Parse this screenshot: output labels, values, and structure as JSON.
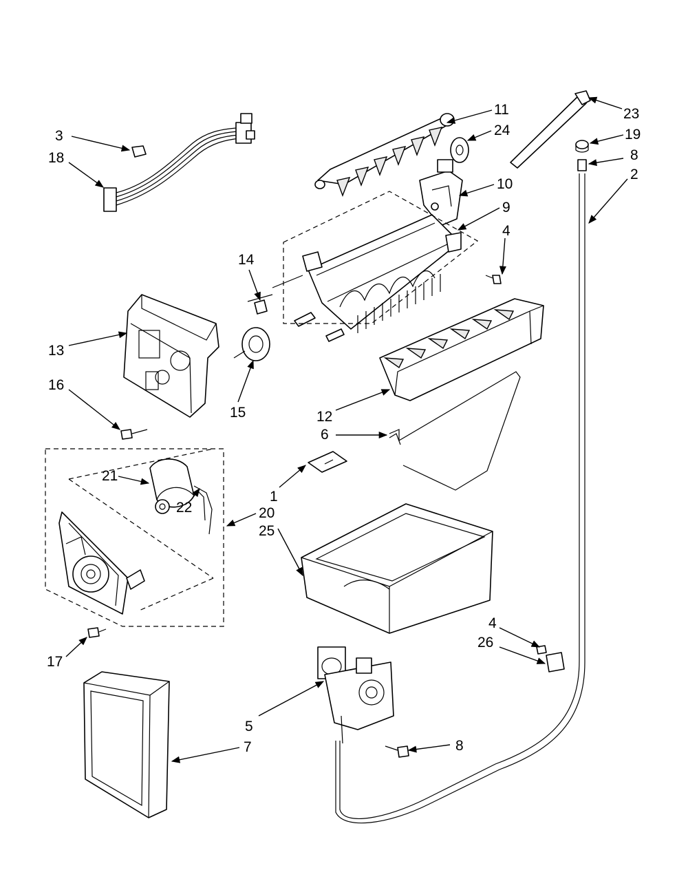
{
  "callouts": {
    "c1": "1",
    "c2": "2",
    "c3": "3",
    "c4a": "4",
    "c4b": "4",
    "c5": "5",
    "c6": "6",
    "c7": "7",
    "c8a": "8",
    "c8b": "8",
    "c9": "9",
    "c10": "10",
    "c11": "11",
    "c12": "12",
    "c13": "13",
    "c14": "14",
    "c15": "15",
    "c16": "16",
    "c17": "17",
    "c18": "18",
    "c19": "19",
    "c20": "20",
    "c21": "21",
    "c22": "22",
    "c23": "23",
    "c24": "24",
    "c25": "25",
    "c26": "26"
  },
  "colors": {
    "ink": "#000000",
    "paper": "#ffffff"
  }
}
